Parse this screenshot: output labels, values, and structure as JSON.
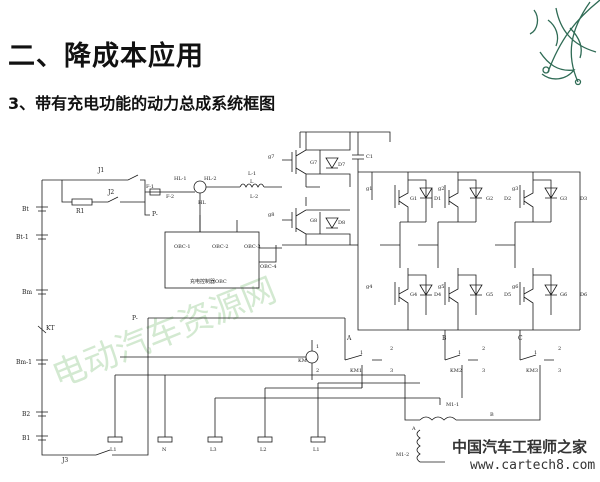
{
  "slide": {
    "title": "二、降成本应用",
    "subtitle": "3、带有充电功能的动力总成系统框图"
  },
  "labels": {
    "j1": "J1",
    "j2": "J2",
    "j3": "J3",
    "r1": "R1",
    "f1": "F-1",
    "f2": "F-2",
    "p_top": "P-",
    "p_bot": "P-",
    "bt": "Bt",
    "bt1": "Bt-1",
    "bm": "Bm",
    "kt": "KT",
    "bm1": "Bm-1",
    "b2": "B2",
    "b1": "B1",
    "hl1": "HL-1",
    "hl2": "HL-2",
    "hl": "HL",
    "l1": "L-1",
    "l": "L",
    "l2": "L-2",
    "g7": "g7",
    "g8": "g8",
    "g7b": "G7",
    "g8b": "G8",
    "d7": "D7",
    "d8": "D8",
    "c1": "C1",
    "obc1": "OBC-1",
    "obc2": "OBC-2",
    "obc3": "OBC-3",
    "obc4": "OBC-4",
    "obc_box": "充电控制器OBC",
    "g1": "g1",
    "g2": "g2",
    "g3": "g3",
    "g4": "g4",
    "g5": "g5",
    "g6": "g6",
    "G1": "G1",
    "G2": "G2",
    "G3": "G3",
    "G4": "G4",
    "G5": "G5",
    "G6": "G6",
    "D1": "D1",
    "D2": "D2",
    "D3": "D3",
    "D4": "D4",
    "D5": "D5",
    "D6": "D6",
    "phase_a": "A",
    "phase_b": "B",
    "phase_c": "C",
    "km": "KM",
    "km_1": "1",
    "km_2": "2",
    "km1": "KM1",
    "km2": "KM2",
    "km3": "KM3",
    "n1": "1",
    "n2": "2",
    "n3": "3",
    "m11": "M1-1",
    "m12": "M1-2",
    "motor_a": "A",
    "motor_b": "B",
    "t_l1": "L1",
    "t_n": "N",
    "t_l3": "L3",
    "t_l2": "L2",
    "t_l1b": "L1"
  },
  "watermark": {
    "text": "电动汽车资源网",
    "brand_line1": "中国汽车工程师之家",
    "brand_line2": "www.cartech8.com"
  },
  "colors": {
    "line": "#1a1a1a",
    "watermark": "#9fd09a",
    "ornament": "#2f6b55"
  }
}
